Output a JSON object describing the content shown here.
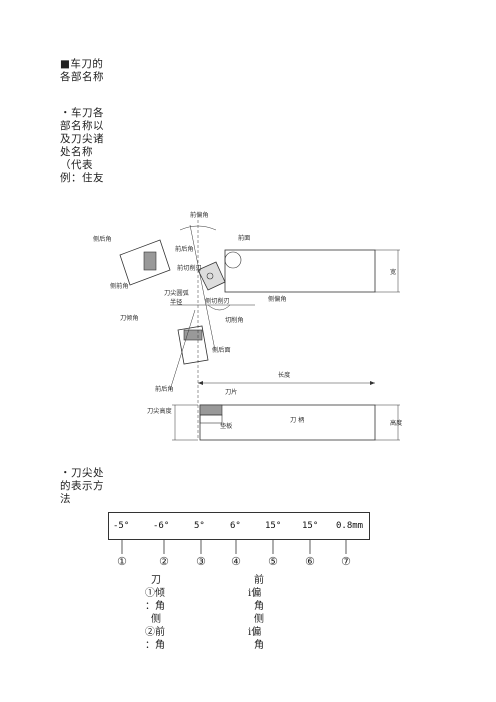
{
  "section_title": "■车刀的各部名称",
  "section_subtitle": "・车刀各部名称以及刀尖诸处名称（代表例：住友",
  "tip_section_title": "・刀尖处的表示方法",
  "diagram_labels": {
    "front_clearance": "前偏角",
    "side_rake": "侧后角",
    "front_rake": "前后角",
    "rake_face": "前面",
    "front_cutting_edge": "前切削刃",
    "tool_life_line": "侧前角",
    "nose_radius": "刀尖圆弧",
    "radius": "半径",
    "side_cutting_edge": "侧切削刃",
    "side_clearance": "侧偏角",
    "cutting_angle": "切削角",
    "back_angle": "刀倾角",
    "side_face": "侧后面",
    "rear_angle": "前后角",
    "length": "长度",
    "width": "宽",
    "insert": "刀片",
    "shank": "刀 柄",
    "shim": "垫板",
    "tip_height": "刀尖高度",
    "height": "高度"
  },
  "notation_values": [
    "-5°",
    "-6°",
    "5°",
    "6°",
    "15°",
    "15°",
    "0.8mm"
  ],
  "circle_numbers": [
    "①",
    "②",
    "③",
    "④",
    "⑤",
    "⑥",
    "⑦"
  ],
  "legend_left": [
    "刀",
    "①倾",
    "：角",
    "侧",
    "②前",
    "：角"
  ],
  "legend_right": [
    "前",
    "偏",
    "角",
    "侧",
    "偏",
    "角"
  ]
}
